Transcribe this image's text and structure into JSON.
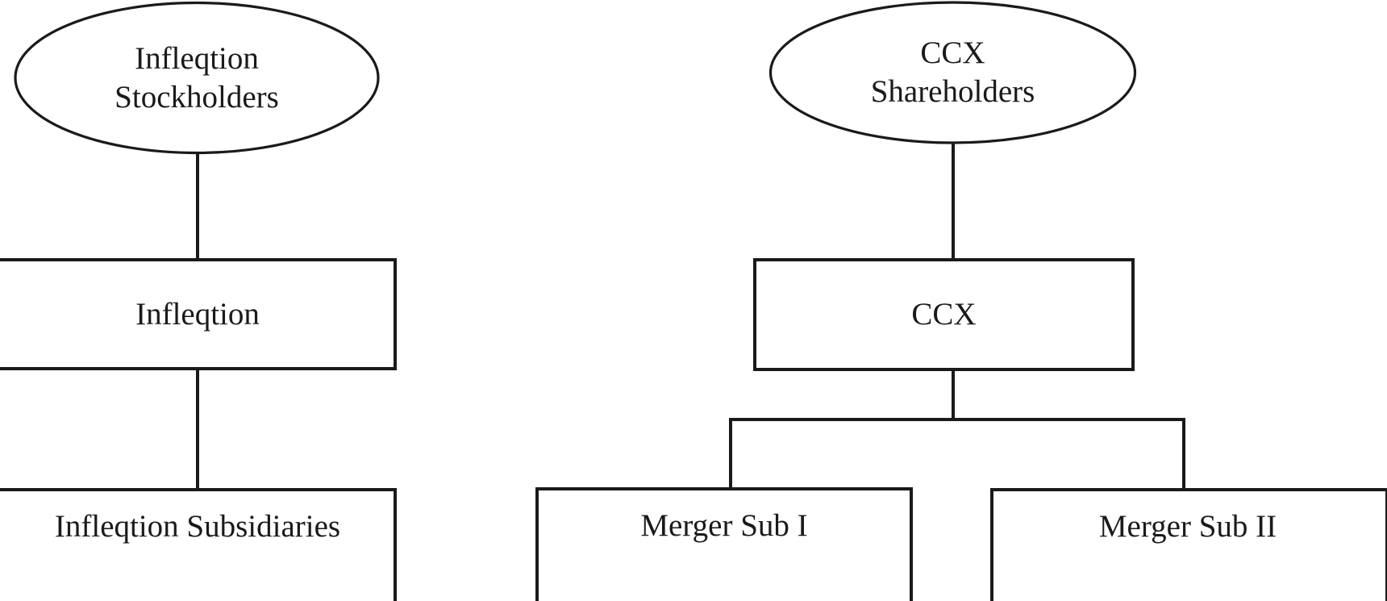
{
  "diagram": {
    "type": "org-structure-chart",
    "background_color": "#ffffff",
    "stroke_color": "#1a1a1a",
    "fill_color": "#ffffff",
    "left_branch": {
      "stockholders_label": "Infleqtion\nStockholders",
      "company_label": "Infleqtion",
      "subsidiaries_label": "Infleqtion Subsidiaries"
    },
    "right_branch": {
      "shareholders_label": "CCX\nShareholders",
      "company_label": "CCX",
      "merger_sub_one_label": "Merger Sub I",
      "merger_sub_two_label": "Merger Sub II"
    }
  }
}
